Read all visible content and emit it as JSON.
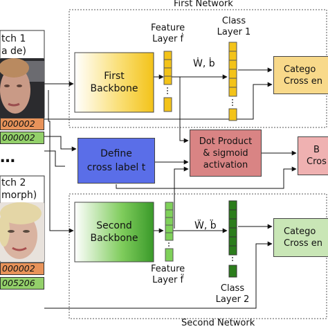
{
  "networks": {
    "first_title": "First Network",
    "second_title": "Second Network"
  },
  "batches": {
    "batch1_title": "tch 1",
    "batch1_subtitle": "a de)",
    "batch1_ids": [
      "000002",
      "000002"
    ],
    "batch2_title": "tch 2",
    "batch2_subtitle": " morph)",
    "batch2_ids": [
      "000002",
      "005206"
    ],
    "ellipsis": "…"
  },
  "first": {
    "backbone_line1": "First",
    "backbone_line2": "Backbone",
    "feature_line1": "Feature",
    "feature_line2": "Layer ḟ",
    "class_line1": "Class",
    "class_line2": "Layer 1",
    "weights": "Ẇ, ḃ",
    "loss_line1": "Catego",
    "loss_line2": "Cross en"
  },
  "middle": {
    "define_line1": "Define",
    "define_line2": "cross label t",
    "dot_line1": "Dot Product",
    "dot_line2": "& sigmoid",
    "dot_line3": "activation",
    "bce_line1": "B",
    "bce_line2": "Cros"
  },
  "second": {
    "backbone_line1": "Second",
    "backbone_line2": "Backbone",
    "feature_line1": "Feature",
    "feature_line2": "Layer f̈",
    "class_line1": "Class",
    "class_line2": "Layer 2",
    "weights": "Ẅ, b̈",
    "loss_line1": "Catego",
    "loss_line2": "Cross en"
  },
  "colors": {
    "yellow_box": "#f7cf2e",
    "yellow_cell": "#f3c319",
    "green_box": "#4db340",
    "green_cell": "#7fd15a",
    "dark_green_cell": "#2c7d1c",
    "loss1_fill": "#f8d98a",
    "loss2_fill": "#c9e6b6",
    "define_fill": "#5a6ee8",
    "dot_fill": "#d98484",
    "bce_fill": "#efb1b1",
    "id_orange": "#e8935a",
    "id_green": "#93d06a"
  }
}
